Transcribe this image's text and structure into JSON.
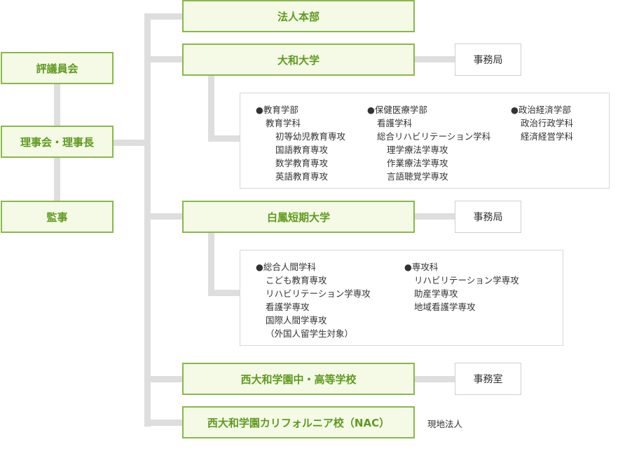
{
  "left": {
    "council": "評議員会",
    "board": "理事会・理事長",
    "auditor": "監事"
  },
  "units": {
    "corporate_hq": "法人本部",
    "yamato_univ": "大和大学",
    "hakuho_college": "白鳳短期大学",
    "nishiyamato_school": "西大和学園中・高等学校",
    "nac": "西大和学園カリフォルニア校（NAC）"
  },
  "offices": {
    "univ_office": "事務局",
    "college_office": "事務局",
    "school_office": "事務室"
  },
  "nac_note": "現地法人",
  "yamato_panel": {
    "col1": {
      "faculty": "●教育学部",
      "dept": "教育学科",
      "majors": [
        "初等幼児教育専攻",
        "国語教育専攻",
        "数学教育専攻",
        "英語教育専攻"
      ]
    },
    "col2": {
      "faculty": "●保健医療学部",
      "dept1": "看護学科",
      "dept2": "総合リハビリテーション学科",
      "majors": [
        "理学療法学専攻",
        "作業療法学専攻",
        "言語聴覚学専攻"
      ]
    },
    "col3": {
      "faculty": "●政治経済学部",
      "depts": [
        "政治行政学科",
        "経済経営学科"
      ]
    }
  },
  "hakuho_panel": {
    "col1": {
      "dept": "●総合人間学科",
      "majors": [
        "こども教育専攻",
        "リハビリテーション学専攻",
        "看護学専攻",
        "国際人間学専攻",
        "（外国人留学生対象）"
      ]
    },
    "col2": {
      "dept": "●専攻科",
      "majors": [
        "リハビリテーション学専攻",
        "助産学専攻",
        "地域看護学専攻"
      ]
    }
  }
}
